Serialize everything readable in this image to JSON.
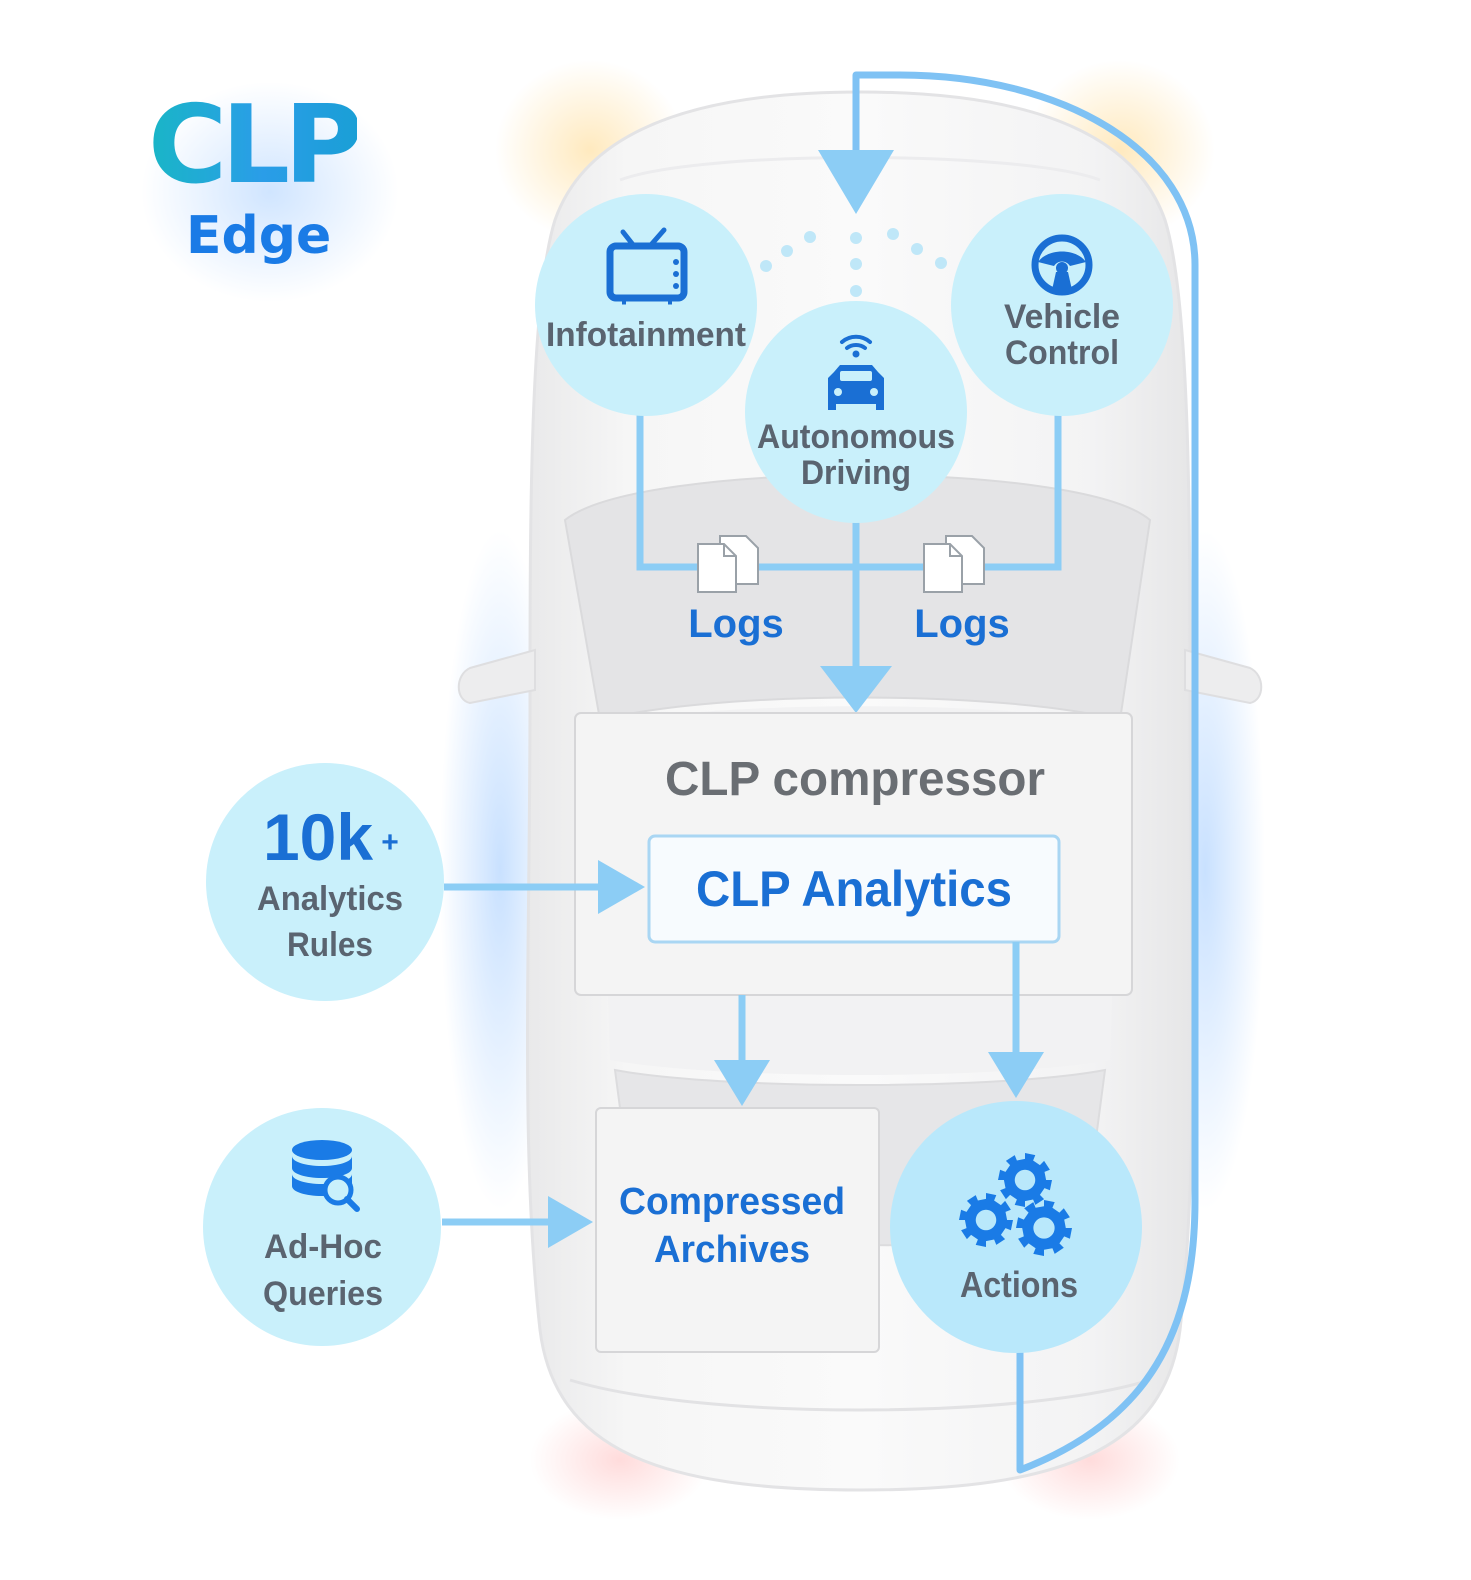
{
  "brand": {
    "name": "CLP",
    "subtitle": "Edge"
  },
  "nodes": {
    "infotainment": "Infotainment",
    "autonomous": [
      "Autonomous",
      "Driving"
    ],
    "vehicle_control": [
      "Vehicle",
      "Control"
    ],
    "logs_left": "Logs",
    "logs_right": "Logs",
    "compressor": "CLP compressor",
    "analytics": "CLP Analytics",
    "rules": {
      "count": "10k",
      "plus": "+",
      "label": [
        "Analytics",
        "Rules"
      ]
    },
    "queries": [
      "Ad-Hoc",
      "Queries"
    ],
    "archives": [
      "Compressed",
      "Archives"
    ],
    "actions": "Actions"
  },
  "icons": [
    "tv-icon",
    "car-wifi-icon",
    "steering-wheel-icon",
    "document-icon",
    "database-search-icon",
    "gears-icon"
  ],
  "colors": {
    "circle": "#c9f0fb",
    "arrow": "#8ccdf5",
    "loop": "#7fc2f4",
    "accent_blue": "#1a6fd4",
    "gray_text": "#5a6470",
    "box_fill": "#f4f4f4"
  }
}
